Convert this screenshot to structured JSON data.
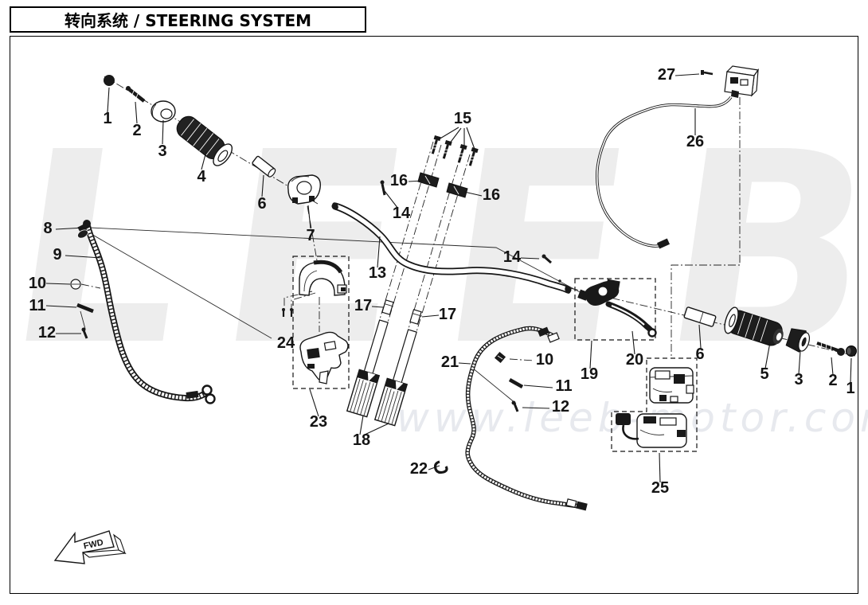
{
  "title": {
    "full": "转向系统 / STEERING SYSTEM"
  },
  "watermarks": {
    "brand": "LEEB",
    "url": "www.leeb-motor.com"
  },
  "fwd_marker": {
    "label": "FWD"
  },
  "callouts": [
    {
      "text": "1"
    },
    {
      "text": "2"
    },
    {
      "text": "3"
    },
    {
      "text": "4"
    },
    {
      "text": "6"
    },
    {
      "text": "7"
    },
    {
      "text": "8"
    },
    {
      "text": "9"
    },
    {
      "text": "10"
    },
    {
      "text": "11"
    },
    {
      "text": "12"
    },
    {
      "text": "13"
    },
    {
      "text": "14"
    },
    {
      "text": "15"
    },
    {
      "text": "16"
    },
    {
      "text": "16"
    },
    {
      "text": "14"
    },
    {
      "text": "17"
    },
    {
      "text": "17"
    },
    {
      "text": "18"
    },
    {
      "text": "19"
    },
    {
      "text": "20"
    },
    {
      "text": "21"
    },
    {
      "text": "22"
    },
    {
      "text": "10"
    },
    {
      "text": "11"
    },
    {
      "text": "12"
    },
    {
      "text": "23"
    },
    {
      "text": "24"
    },
    {
      "text": "25"
    },
    {
      "text": "26"
    },
    {
      "text": "27"
    },
    {
      "text": "5"
    },
    {
      "text": "3"
    },
    {
      "text": "2"
    },
    {
      "text": "1"
    },
    {
      "text": "6"
    }
  ]
}
